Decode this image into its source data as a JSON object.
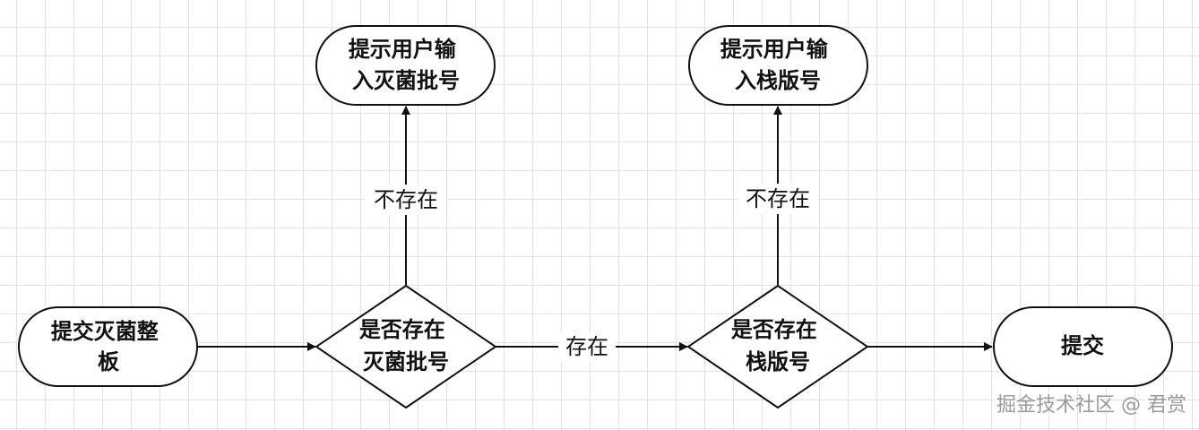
{
  "nodes": {
    "start": {
      "lines": [
        "提交灭菌整",
        "板"
      ]
    },
    "prompt1": {
      "lines": [
        "提示用户输",
        "入灭菌批号"
      ]
    },
    "check1": {
      "lines": [
        "是否存在",
        "灭菌批号"
      ]
    },
    "prompt2": {
      "lines": [
        "提示用户输",
        "入栈版号"
      ]
    },
    "check2": {
      "lines": [
        "是否存在",
        "栈版号"
      ]
    },
    "submit": {
      "lines": [
        "提交"
      ]
    }
  },
  "edges": {
    "check1_up": "不存在",
    "check1_right": "存在",
    "check2_up": "不存在"
  },
  "watermark": "掘金技术社区 @ 君赏"
}
